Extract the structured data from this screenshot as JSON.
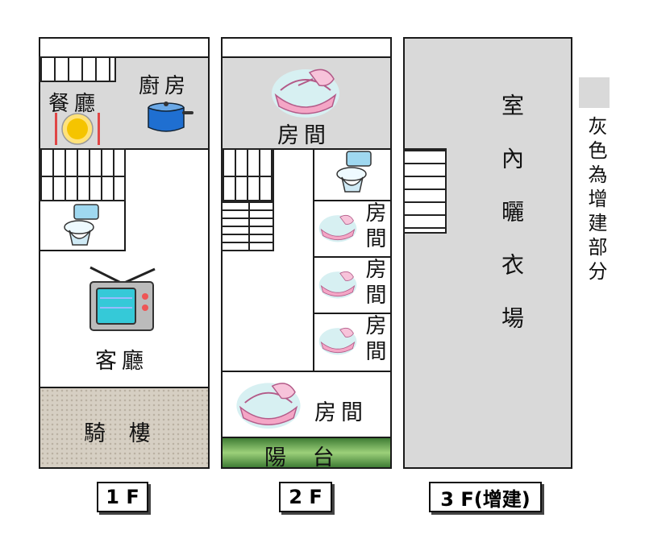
{
  "floors": {
    "f1": {
      "tag": "1 F",
      "rooms": {
        "dining": "餐廳",
        "kitchen": "廚房",
        "living": "客廳",
        "arcade": "騎 樓"
      }
    },
    "f2": {
      "tag": "2 F",
      "rooms": {
        "top_room": "房間",
        "room_a": "房間",
        "room_b": "房間",
        "room_c": "房間",
        "bottom_room": "房間",
        "balcony": "陽 台"
      }
    },
    "f3": {
      "tag": "3 F(增建)",
      "rooms": {
        "drying": "室內曬衣場"
      }
    }
  },
  "legend": {
    "text": "灰色為增建部分",
    "swatch_color": "#d9d9d9"
  },
  "colors": {
    "addition_gray": "#d9d9d9",
    "arcade": "#d6cfc3",
    "balcony": "#5f9a4a",
    "wall": "#1a1a1a"
  },
  "icons": {
    "dining": "plate-icon",
    "kitchen": "pot-icon",
    "toilet": "toilet-icon",
    "tv": "tv-icon",
    "bed": "cradle-bed-icon"
  }
}
